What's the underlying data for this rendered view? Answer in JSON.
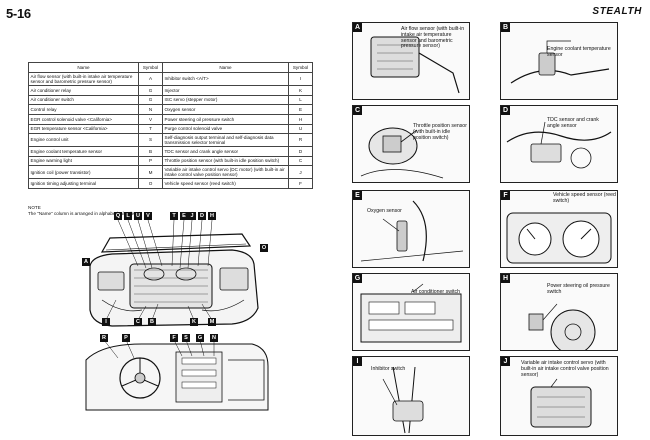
{
  "page_number": "5-16",
  "brand": "STEALTH",
  "table": {
    "headers": [
      "Name",
      "Symbol",
      "Name",
      "Symbol"
    ],
    "rows": [
      [
        "Air flow sensor (with built-in intake air temperature sensor and barometric pressure sensor)",
        "A",
        "Inhibitor switch <A/T>",
        "I"
      ],
      [
        "Air conditioner relay",
        "G",
        "Injector",
        "K"
      ],
      [
        "Air conditioner switch",
        "G",
        "ISC servo (stepper motor)",
        "L"
      ],
      [
        "Control relay",
        "N",
        "Oxygen sensor",
        "E"
      ],
      [
        "EGR control solenoid valve <California>",
        "V",
        "Power steering oil pressure switch",
        "H"
      ],
      [
        "EGR temperature sensor <California>",
        "T",
        "Purge control solenoid valve",
        "U"
      ],
      [
        "Engine control unit",
        "S",
        "Self-diagnosis output terminal and self-diagnosis data transmission selector terminal",
        "R"
      ],
      [
        "Engine coolant temperature sensor",
        "B",
        "TDC sensor and crank angle sensor",
        "D"
      ],
      [
        "Engine warning light",
        "P",
        "Throttle position sensor (with built-in idle position switch)",
        "C"
      ],
      [
        "Ignition coil (power transistor)",
        "M",
        "Variable air intake control servo (DC motor) (with built-in air intake control valve position sensor)",
        "J"
      ],
      [
        "Ignition timing adjusting terminal",
        "O",
        "Vehicle speed sensor (reed switch)",
        "F"
      ]
    ]
  },
  "note": {
    "line1": "NOTE",
    "line2": "The \"Name\" column is arranged in alphabetical order."
  },
  "diagram": {
    "top_markers": [
      "Q",
      "L",
      "U",
      "V",
      "T",
      "E",
      "J",
      "D",
      "H"
    ],
    "side_markers": {
      "left": "A",
      "right": "O"
    },
    "bottom_markers": [
      "I",
      "C",
      "B",
      "K",
      "M"
    ],
    "dash_markers": [
      "R",
      "P",
      "F",
      "S",
      "G",
      "N"
    ]
  },
  "panels": [
    {
      "letter": "A",
      "caption": "Air flow sensor (with built-in intake air temperature sensor and barometric pressure sensor)"
    },
    {
      "letter": "B",
      "caption": "Engine coolant temperature sensor"
    },
    {
      "letter": "C",
      "caption": "Throttle position sensor (with built-in idle position switch)"
    },
    {
      "letter": "D",
      "caption": "TDC sensor and crank angle sensor"
    },
    {
      "letter": "E",
      "caption": "Oxygen sensor"
    },
    {
      "letter": "F",
      "caption": "Vehicle speed sensor (reed switch)"
    },
    {
      "letter": "G",
      "caption": "Air conditioner switch"
    },
    {
      "letter": "H",
      "caption": "Power steering oil pressure switch"
    },
    {
      "letter": "I",
      "caption": "Inhibitor switch"
    },
    {
      "letter": "J",
      "caption": "Variable air intake control servo (with built-in air intake control valve position sensor)"
    }
  ]
}
